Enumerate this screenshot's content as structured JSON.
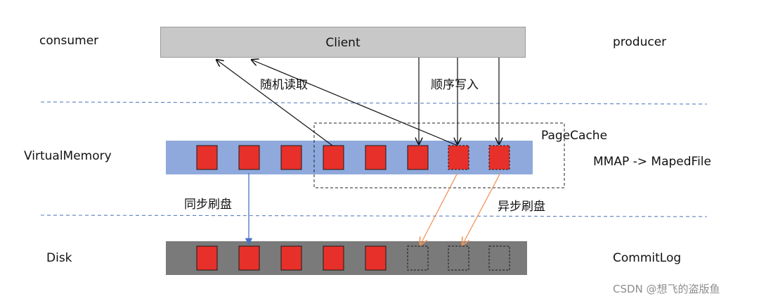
{
  "layers": {
    "consumer": "consumer",
    "producer": "producer",
    "virtual_memory": "VirtualMemory",
    "mmap": "MMAP -> MapedFile",
    "disk": "Disk",
    "commit_log": "CommitLog"
  },
  "client": {
    "label": "Client"
  },
  "annotations": {
    "random_read": "随机读取",
    "sequential_write": "顺序写入",
    "page_cache": "PageCache",
    "sync_flush": "同步刷盘",
    "async_flush": "异步刷盘"
  },
  "memory_blocks": [
    "solid",
    "solid",
    "solid",
    "solid",
    "solid",
    "solid",
    "dirty",
    "dirty"
  ],
  "disk_blocks": [
    "solid",
    "solid",
    "solid",
    "solid",
    "solid",
    "empty",
    "empty",
    "empty"
  ],
  "colors": {
    "client_fill": "#c8c8c8",
    "memory_bar": "#8fa9dc",
    "disk_bar": "#7a7a7a",
    "block_red": "#e8302a",
    "divider": "#5b7fc0",
    "sync_arrow": "#4a72c4",
    "async_arrow": "#f0955a"
  },
  "watermark": "CSDN @想飞的盗版鱼"
}
